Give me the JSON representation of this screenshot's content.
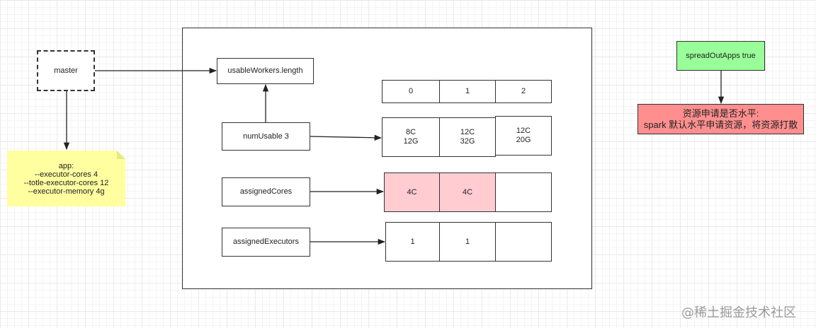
{
  "nodes": {
    "master": "master",
    "usable_workers": "usableWorkers.length",
    "num_usable": "numUsable  3",
    "assigned_cores": "assignedCores",
    "assigned_executors": "assignedExecutors",
    "app_note": "app:\n--executor-cores  4\n--totle-executor-cores 12\n--executor-memory  4g",
    "spread_out": "spreadOutApps  true",
    "resource_note": "资源申请是否水平:\nspark 默认水平申请资源，将资源打散"
  },
  "worker_index_row": [
    "0",
    "1",
    "2"
  ],
  "worker_resource_row": [
    "8C\n12G",
    "12C\n32G",
    "12C\n20G"
  ],
  "assigned_cores_row": [
    "4C",
    "4C",
    ""
  ],
  "assigned_executors_row": [
    "1",
    "1",
    ""
  ],
  "watermark": "@稀土掘金技术社区",
  "colors": {
    "assigned_fill": "#ffccd2",
    "spread_fill": "#99ff99",
    "resource_fill": "#ff8f8f",
    "note_fill": "#ffffa0"
  }
}
